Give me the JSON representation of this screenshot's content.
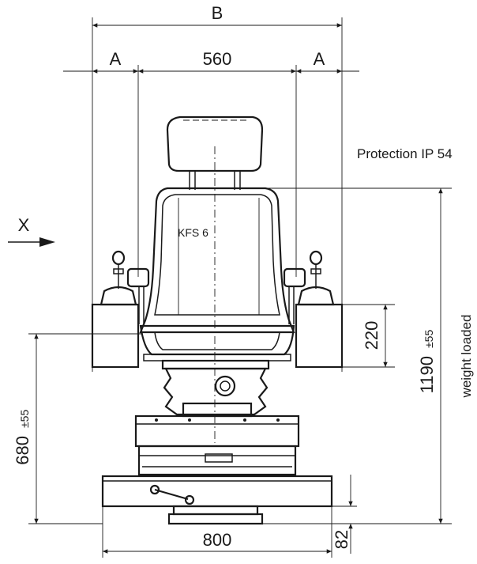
{
  "labels": {
    "width_total": "B",
    "side_left": "A",
    "side_right": "A",
    "seat_width": "560",
    "protection": "Protection IP 54",
    "view_direction": "X",
    "model": "KFS 6",
    "armrest_height": "220",
    "total_height": "1190",
    "total_height_tol": "±55",
    "total_height_note": "weight loaded",
    "seat_height": "680",
    "seat_height_tol": "±55",
    "base_width": "800",
    "base_height": "82"
  }
}
